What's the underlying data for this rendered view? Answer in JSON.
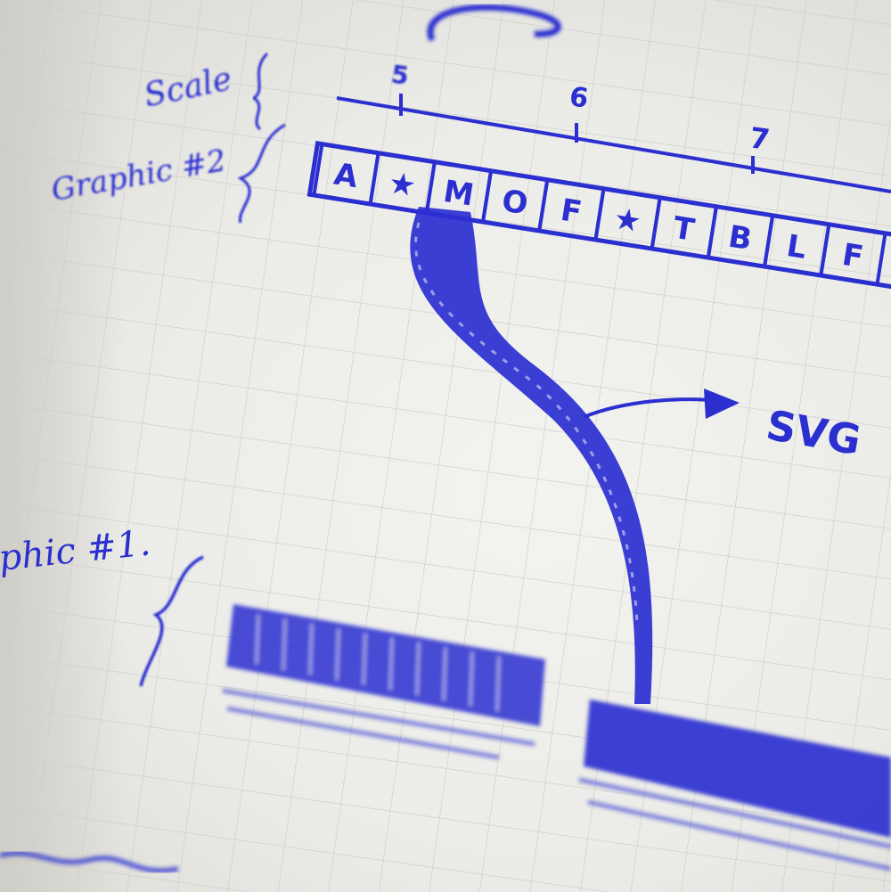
{
  "notebook": {
    "labels": {
      "scale": "Scale",
      "graphic2": "Graphic #2",
      "graphic1": "phic #1.",
      "svg": "SVG"
    },
    "scale_ticks": [
      "5",
      "6",
      "7"
    ],
    "cells": [
      "A",
      "★",
      "M",
      "O",
      "F",
      "★",
      "T",
      "B",
      "L",
      "F"
    ]
  },
  "colors": {
    "ink": "#2b2fd0",
    "paper": "#efefec",
    "grid": "#c9c9c6"
  }
}
